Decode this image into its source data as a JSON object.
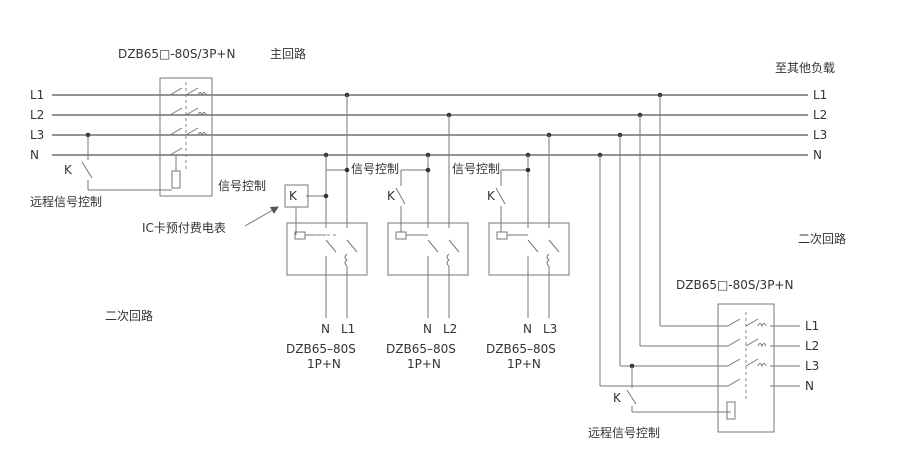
{
  "main_breaker": {
    "model": "DZB65□-80S/3P+N",
    "circuit": "主回路"
  },
  "buses": [
    "L1",
    "L2",
    "L3",
    "N"
  ],
  "to_other_loads": "至其他负载",
  "remote_left": {
    "k": "K",
    "label": "远程信号控制"
  },
  "signal_labels": [
    "信号控制",
    "信号控制",
    "信号控制"
  ],
  "card_meter": "IC卡预付费电表",
  "secondary_left": "二次回路",
  "secondary_right": "二次回路",
  "meters": [
    {
      "k": "K",
      "terms": [
        "N",
        "L1"
      ],
      "model": "DZB65–80S",
      "poles": "1P+N"
    },
    {
      "k": "K",
      "terms": [
        "N",
        "L2"
      ],
      "model": "DZB65–80S",
      "poles": "1P+N"
    },
    {
      "k": "K",
      "terms": [
        "N",
        "L3"
      ],
      "model": "DZB65–80S",
      "poles": "1P+N"
    }
  ],
  "secondary_breaker": {
    "model": "DZB65□-80S/3P+N",
    "lines": [
      "L1",
      "L2",
      "L3",
      "N"
    ]
  },
  "remote_right": {
    "k": "K",
    "label": "远程信号控制"
  }
}
